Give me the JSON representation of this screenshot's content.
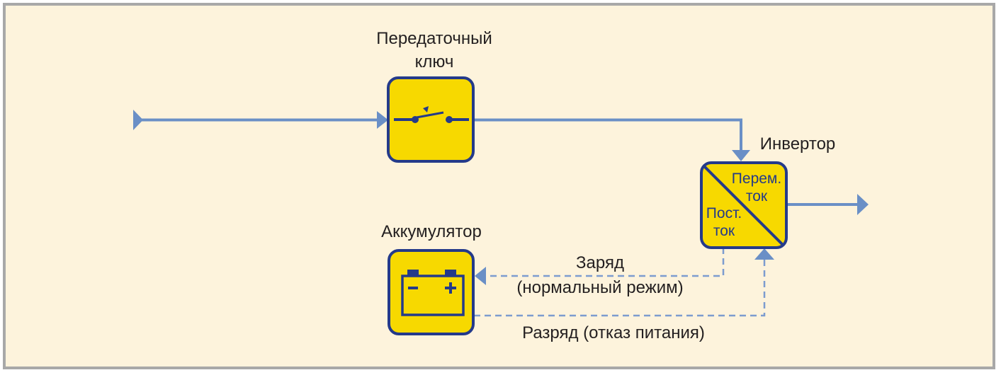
{
  "transfer_switch": {
    "label_line1": "Передаточный",
    "label_line2": "ключ"
  },
  "inverter": {
    "label": "Инвертор",
    "ac_line1": "Перем.",
    "ac_line2": "ток",
    "dc_line1": "Пост.",
    "dc_line2": "ток"
  },
  "battery": {
    "label": "Аккумулятор",
    "minus": "−",
    "plus": "+"
  },
  "flows": {
    "charge_line1": "Заряд",
    "charge_line2": "(нормальный режим)",
    "discharge": "Разряд (отказ питания)"
  },
  "colors": {
    "line_blue": "#6a8fc6",
    "box_yellow": "#f7d900",
    "box_border": "#243a8a",
    "background": "#fdf3dc",
    "frame": "#a8a8a8"
  }
}
